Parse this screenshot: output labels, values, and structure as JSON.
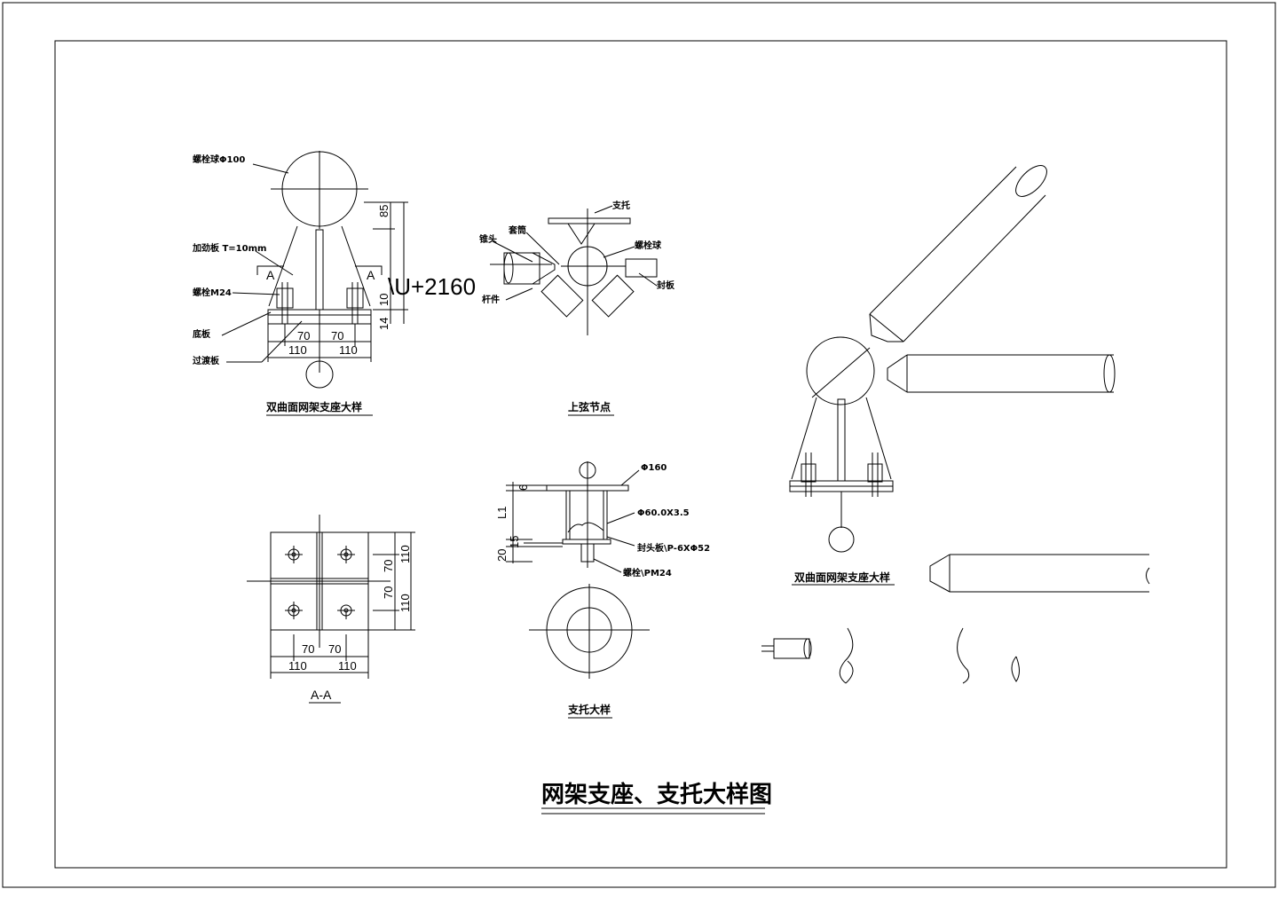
{
  "title": "网架支座、支托大样图",
  "watermark": "\\U+2160",
  "support_detail": {
    "caption": "双曲面网架支座大样",
    "labels": {
      "ball": "螺栓球Φ100",
      "rib": "加劲板 T=10mm",
      "bolt": "螺栓M24",
      "base": "底板",
      "transition": "过渡板",
      "section_mark": "A"
    },
    "dims": {
      "h85": "85",
      "h10": "10",
      "h14": "14",
      "w70a": "70",
      "w70b": "70",
      "w110a": "110",
      "w110b": "110"
    }
  },
  "upper_node": {
    "caption": "上弦节点",
    "labels": {
      "support": "支托",
      "sleeve": "套筒",
      "cone": "锥头",
      "ball": "螺栓球",
      "seal": "封板",
      "rod": "杆件"
    }
  },
  "plan_aa": {
    "caption": "A-A",
    "dims": {
      "v110a": "110",
      "v70a": "70",
      "v70b": "70",
      "v110b": "110",
      "h70a": "70",
      "h70b": "70",
      "h110a": "110",
      "h110b": "110"
    }
  },
  "bracket": {
    "caption": "支托大样",
    "labels": {
      "plate": "Φ160",
      "pipe": "Φ60.0X3.5",
      "cap": "封头板\\P-6XΦ52",
      "bolt": "螺栓\\PM24"
    },
    "dims": {
      "d6": "6",
      "l1": "L1",
      "d15": "15",
      "d20": "20"
    }
  },
  "iso_detail": {
    "caption": "双曲面网架支座大样"
  }
}
